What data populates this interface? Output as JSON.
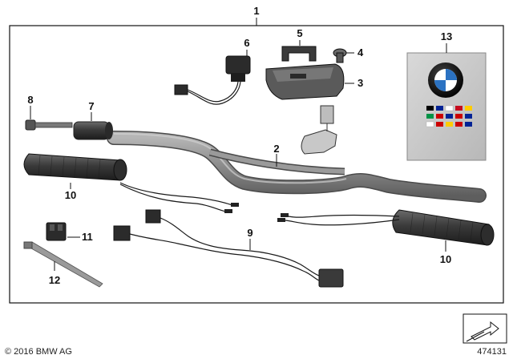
{
  "diagram": {
    "main_callout": "1",
    "callouts": {
      "handlebar": "2",
      "clamp_bracket": "3",
      "screw": "4",
      "clip": "5",
      "control_unit": "6",
      "bar_end_weight": "7",
      "bolt": "8",
      "wiring_harness": "9",
      "grip_left": "10",
      "grip_right": "10",
      "connector": "11",
      "cable_tie": "12",
      "manual": "13"
    },
    "manual_flags_colors": [
      "#000000",
      "#cc0000",
      "#ffcc00",
      "#002395",
      "#ffffff",
      "#c60b1e",
      "#009246"
    ],
    "brand_colors": {
      "blue": "#2b72c2",
      "ring": "#111111"
    }
  },
  "footer": {
    "copyright": "© 2016 BMW AG",
    "diagram_number": "474131"
  }
}
